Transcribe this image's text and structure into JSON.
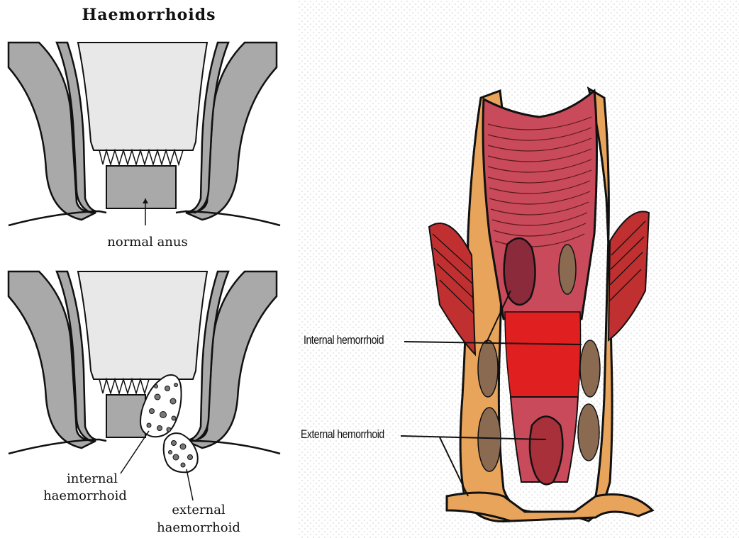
{
  "left": {
    "title": "Haemorrhoids",
    "normal_label": "normal anus",
    "internal_label_line1": "internal",
    "internal_label_line2": "haemorrhoid",
    "external_label_line1": "external",
    "external_label_line2": "haemorrhoid"
  },
  "right": {
    "internal_label": "Internal hemorrhoid",
    "external_label": "External hemorrhoid"
  },
  "colors": {
    "tissue_gray": "#a9a9a9",
    "lumen_light": "#e8e8e8",
    "skin_tan": "#e8a45a",
    "mucosa_red": "#c94a5a",
    "muscle_red": "#c03030",
    "bright_red": "#e02020"
  }
}
